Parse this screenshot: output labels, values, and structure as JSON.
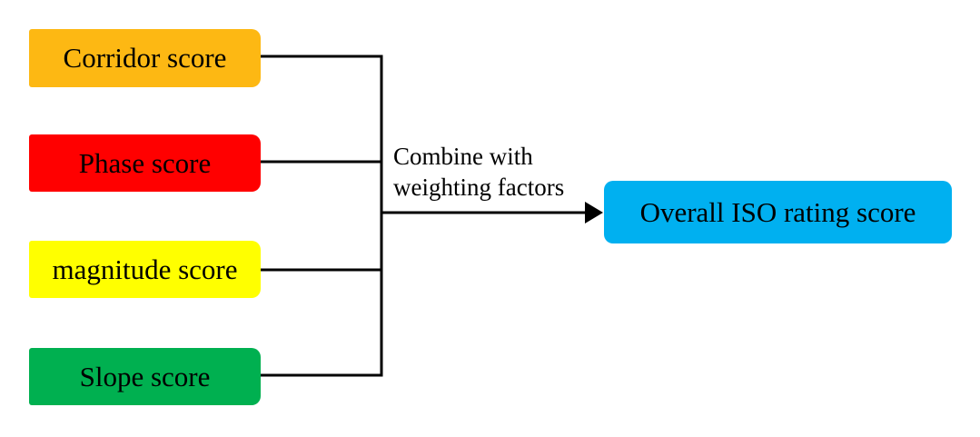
{
  "inputs": [
    {
      "label": "Corridor score",
      "color": "#FDB813"
    },
    {
      "label": "Phase score",
      "color": "#FF0000"
    },
    {
      "label": "magnitude score",
      "color": "#FFFF00"
    },
    {
      "label": "Slope score",
      "color": "#00B050"
    }
  ],
  "combine_note": {
    "line1": "Combine with",
    "line2": "weighting factors"
  },
  "output": {
    "label": "Overall ISO rating score",
    "color": "#00B0F0"
  }
}
